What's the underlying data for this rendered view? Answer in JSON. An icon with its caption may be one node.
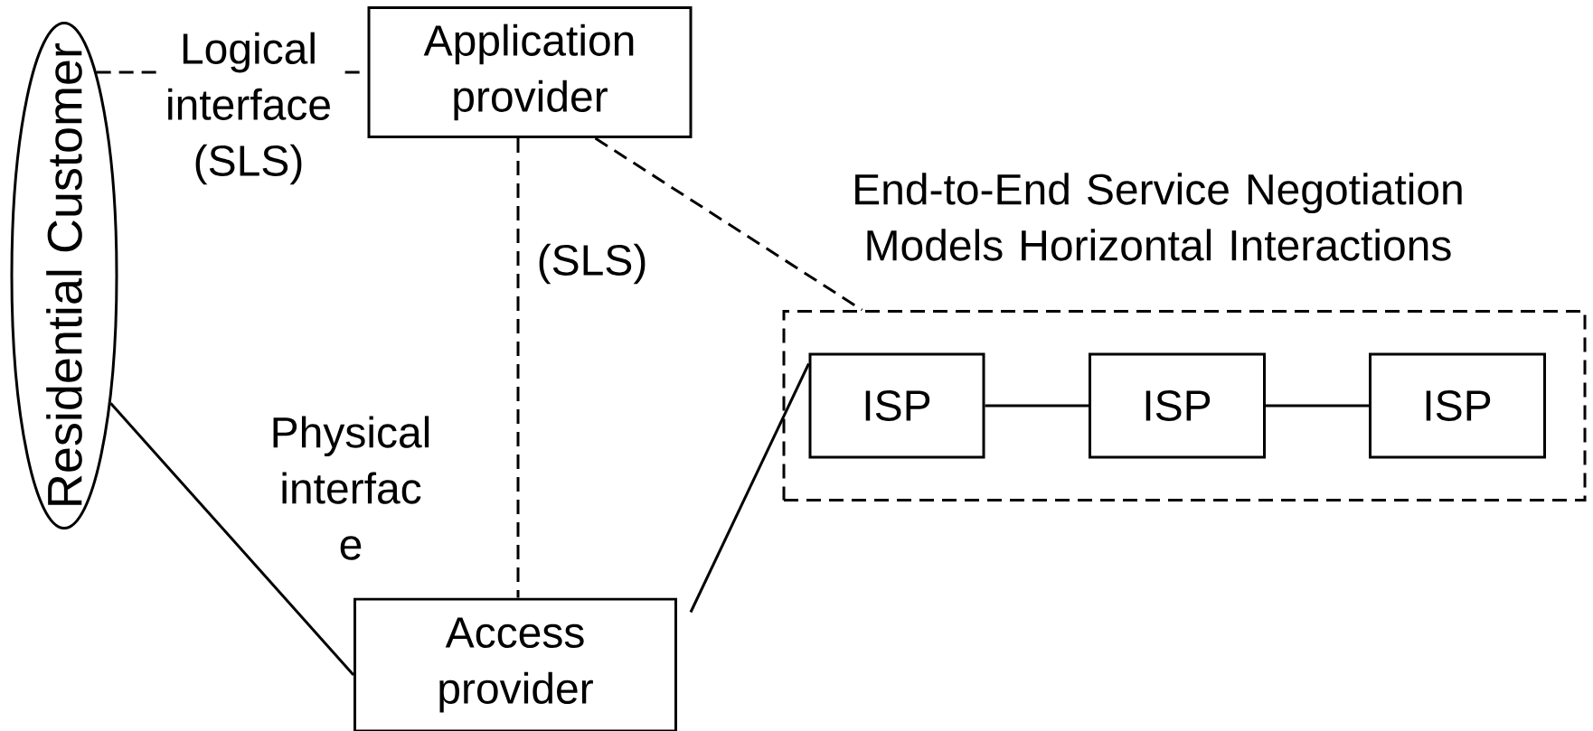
{
  "diagram": {
    "nodes": [
      {
        "text": [
          "Residential Customer"
        ]
      },
      {
        "text": [
          "Application provider"
        ]
      },
      {
        "text": [
          "Access provider"
        ]
      },
      {
        "text": [],
        "shape": "box"
      },
      {
        "text": [
          "ISP"
        ],
        "in": 3
      },
      {
        "text": [
          "ISP"
        ],
        "in": 3
      },
      {
        "text": [
          "ISP"
        ],
        "in": 3
      }
    ],
    "edges": [
      {
        "from": 0,
        "to": 1,
        "arrow": "none",
        "style": "dashed",
        "label": "Logical interface (SLS)"
      },
      {
        "from": 1,
        "to": 2,
        "arrow": "none",
        "style": "dashed",
        "label": "(SLS)"
      },
      {
        "from": 1,
        "to": 3,
        "arrow": "none",
        "style": "dashed"
      },
      {
        "from": 0,
        "to": 2,
        "arrow": "none",
        "label": "Physical interfac e"
      },
      {
        "from": 2,
        "to": 4,
        "arrow": "none"
      },
      {
        "from": 4,
        "to": 5,
        "arrow": "none"
      },
      {
        "from": 5,
        "to": 6,
        "arrow": "none"
      }
    ],
    "labels": [
      "End-to-End Service Negotiation Models Horizontal Interactions"
    ]
  }
}
